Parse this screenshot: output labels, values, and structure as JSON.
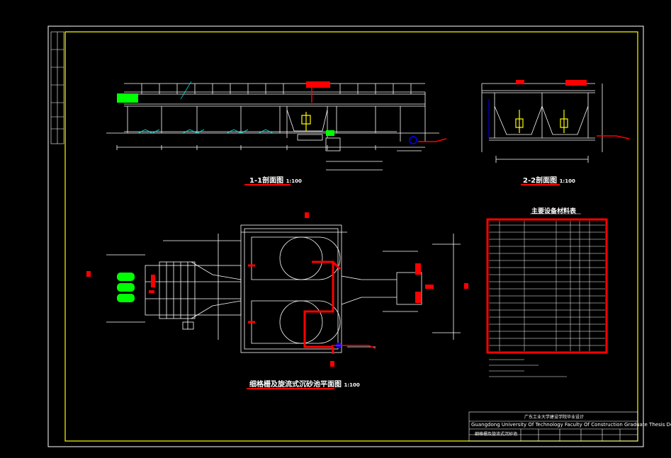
{
  "views": {
    "section_1": {
      "title": "1-1剖面图",
      "scale": "1:100"
    },
    "section_2": {
      "title": "2-2剖面图",
      "scale": "1:100"
    },
    "plan": {
      "title": "细格栅及旋流式沉砂池平面图",
      "scale": "1:100"
    }
  },
  "equipment_table": {
    "title": "主要设备材料表"
  },
  "title_block": {
    "school_cn": "广东工业大学建设学院毕业设计",
    "school_en": "Guangdong University Of Technology Faculty Of Construction Graduate Thesis Design",
    "drawing_name": "细格栅及旋流式沉砂池"
  },
  "colors": {
    "frame": "#ffff00",
    "line": "#ffffff",
    "highlight": "#ff0000",
    "equipment": "#00ff00",
    "water": "#00ffff",
    "pump": "#0000ff"
  }
}
